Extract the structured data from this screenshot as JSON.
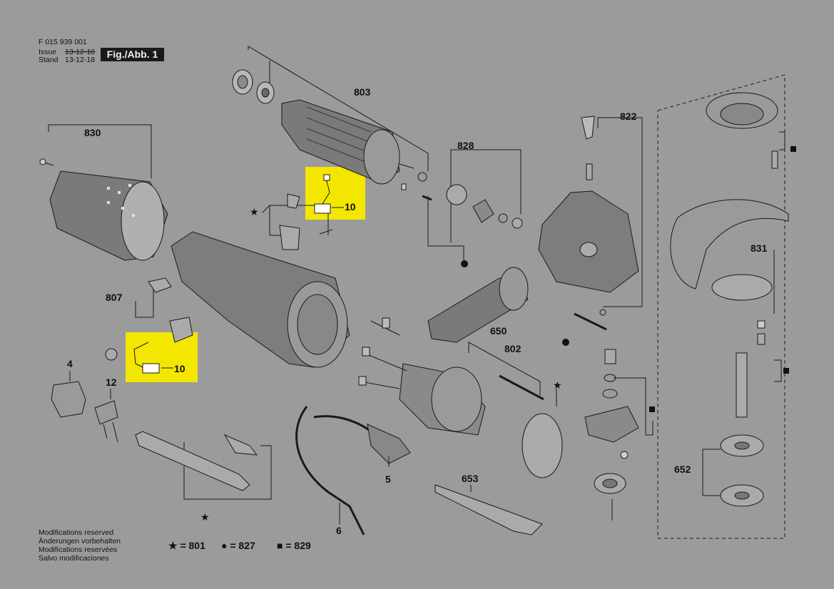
{
  "header": {
    "doc_number": "F 015 939 001",
    "issue_label": "Issue",
    "issue_date": "13-12-10",
    "stand_label": "Stand",
    "stand_date": "13-12-18",
    "figure_label": "Fig./Abb. 1"
  },
  "callouts": [
    "803",
    "830",
    "822",
    "828",
    "10",
    "807",
    "10",
    "4",
    "12",
    "650",
    "802",
    "831",
    "5",
    "653",
    "652",
    "6"
  ],
  "notes": {
    "line1": "Modifications reserved",
    "line2": "Änderungen vorbehalten",
    "line3": "Modifications reservées",
    "line4": "Salvo modificaciones"
  },
  "legend": {
    "star": "★ = 801",
    "circle": "● = 827",
    "square": "■ = 829"
  },
  "colors": {
    "background": "#9b9b9b",
    "highlight": "#f3e600",
    "line": "#1a1a1a"
  }
}
